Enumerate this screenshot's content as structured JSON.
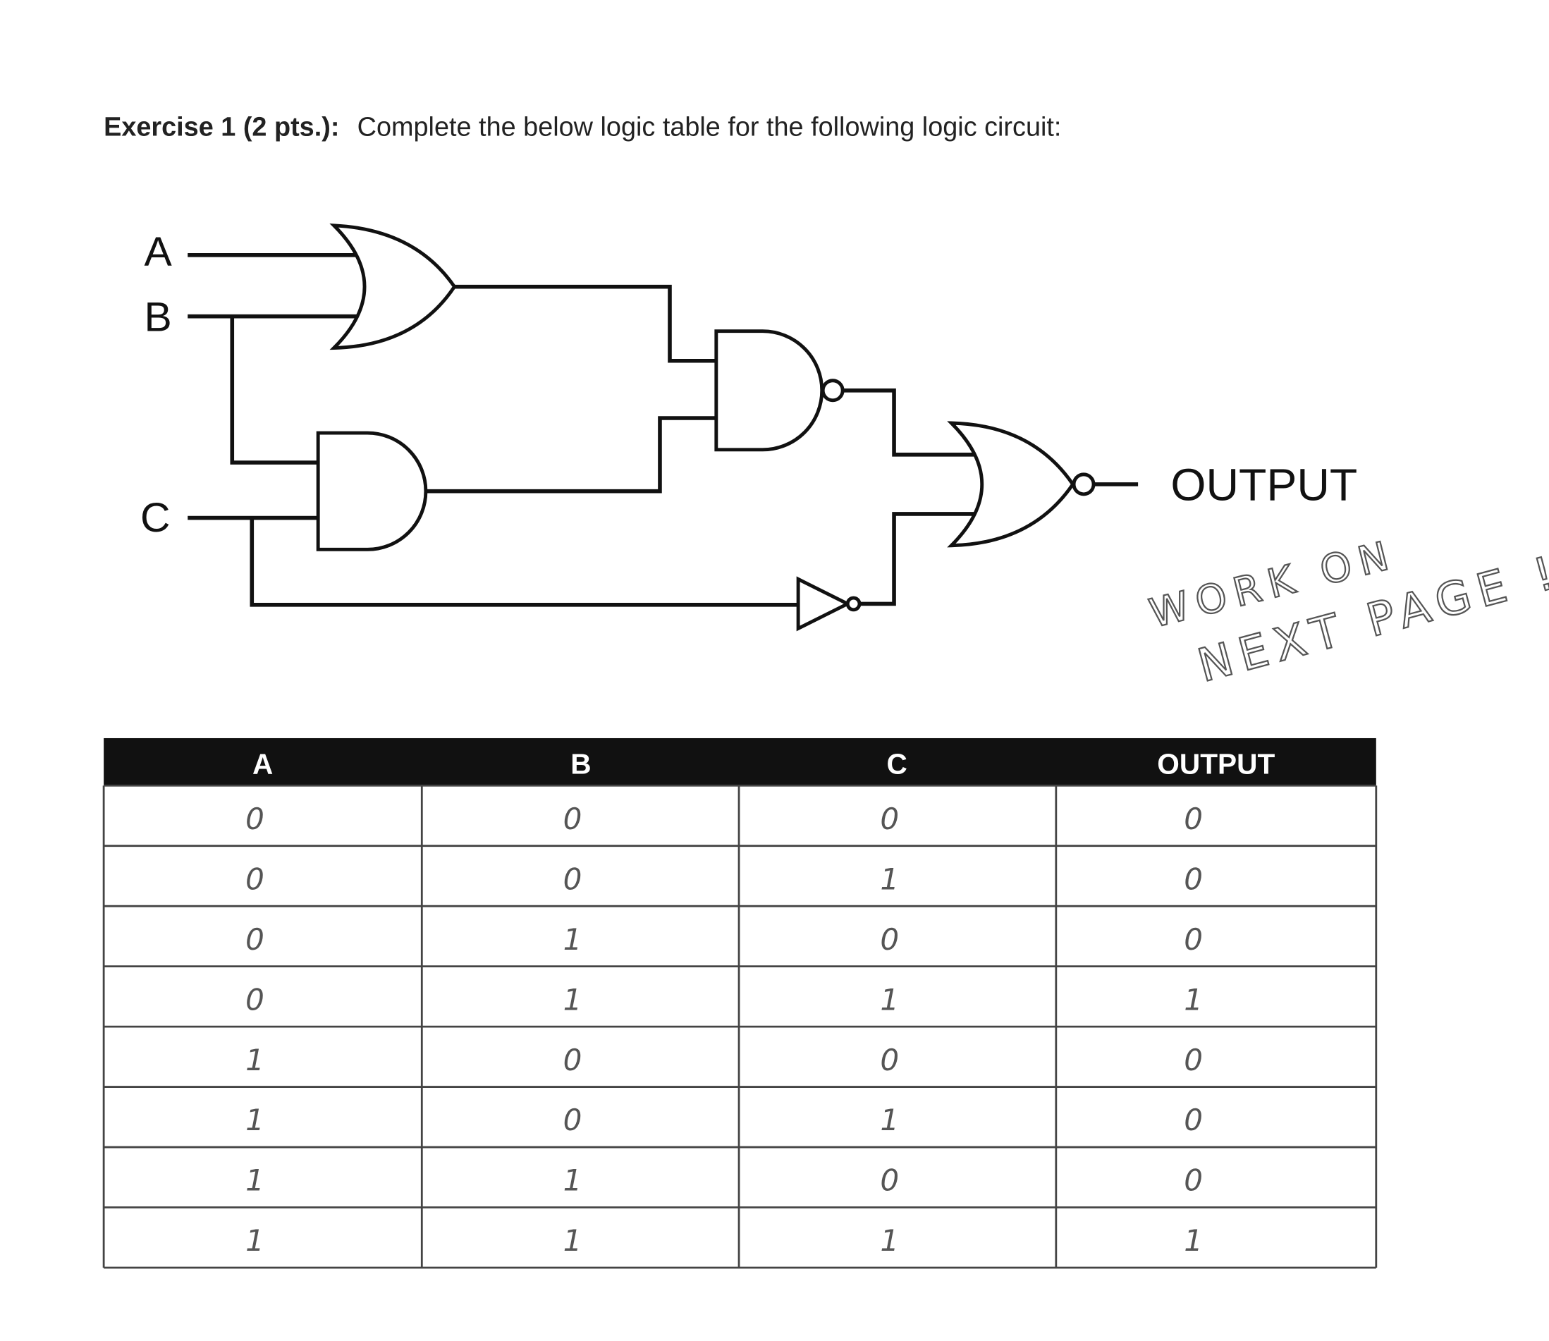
{
  "exercise": {
    "label": "Exercise 1 (2 pts.):",
    "instruction": "Complete the below logic table for the following logic circuit:"
  },
  "circuit": {
    "inputs": [
      "A",
      "B",
      "C"
    ],
    "output_label": "OUTPUT"
  },
  "annotation": {
    "line1": "WORK ON",
    "line2": "NEXT PAGE !"
  },
  "table": {
    "headers": [
      "A",
      "B",
      "C",
      "OUTPUT"
    ],
    "rows": [
      [
        "0",
        "0",
        "0",
        "0"
      ],
      [
        "0",
        "0",
        "1",
        "0"
      ],
      [
        "0",
        "1",
        "0",
        "0"
      ],
      [
        "0",
        "1",
        "1",
        "1"
      ],
      [
        "1",
        "0",
        "0",
        "0"
      ],
      [
        "1",
        "0",
        "1",
        "0"
      ],
      [
        "1",
        "1",
        "0",
        "0"
      ],
      [
        "1",
        "1",
        "1",
        "1"
      ]
    ]
  }
}
